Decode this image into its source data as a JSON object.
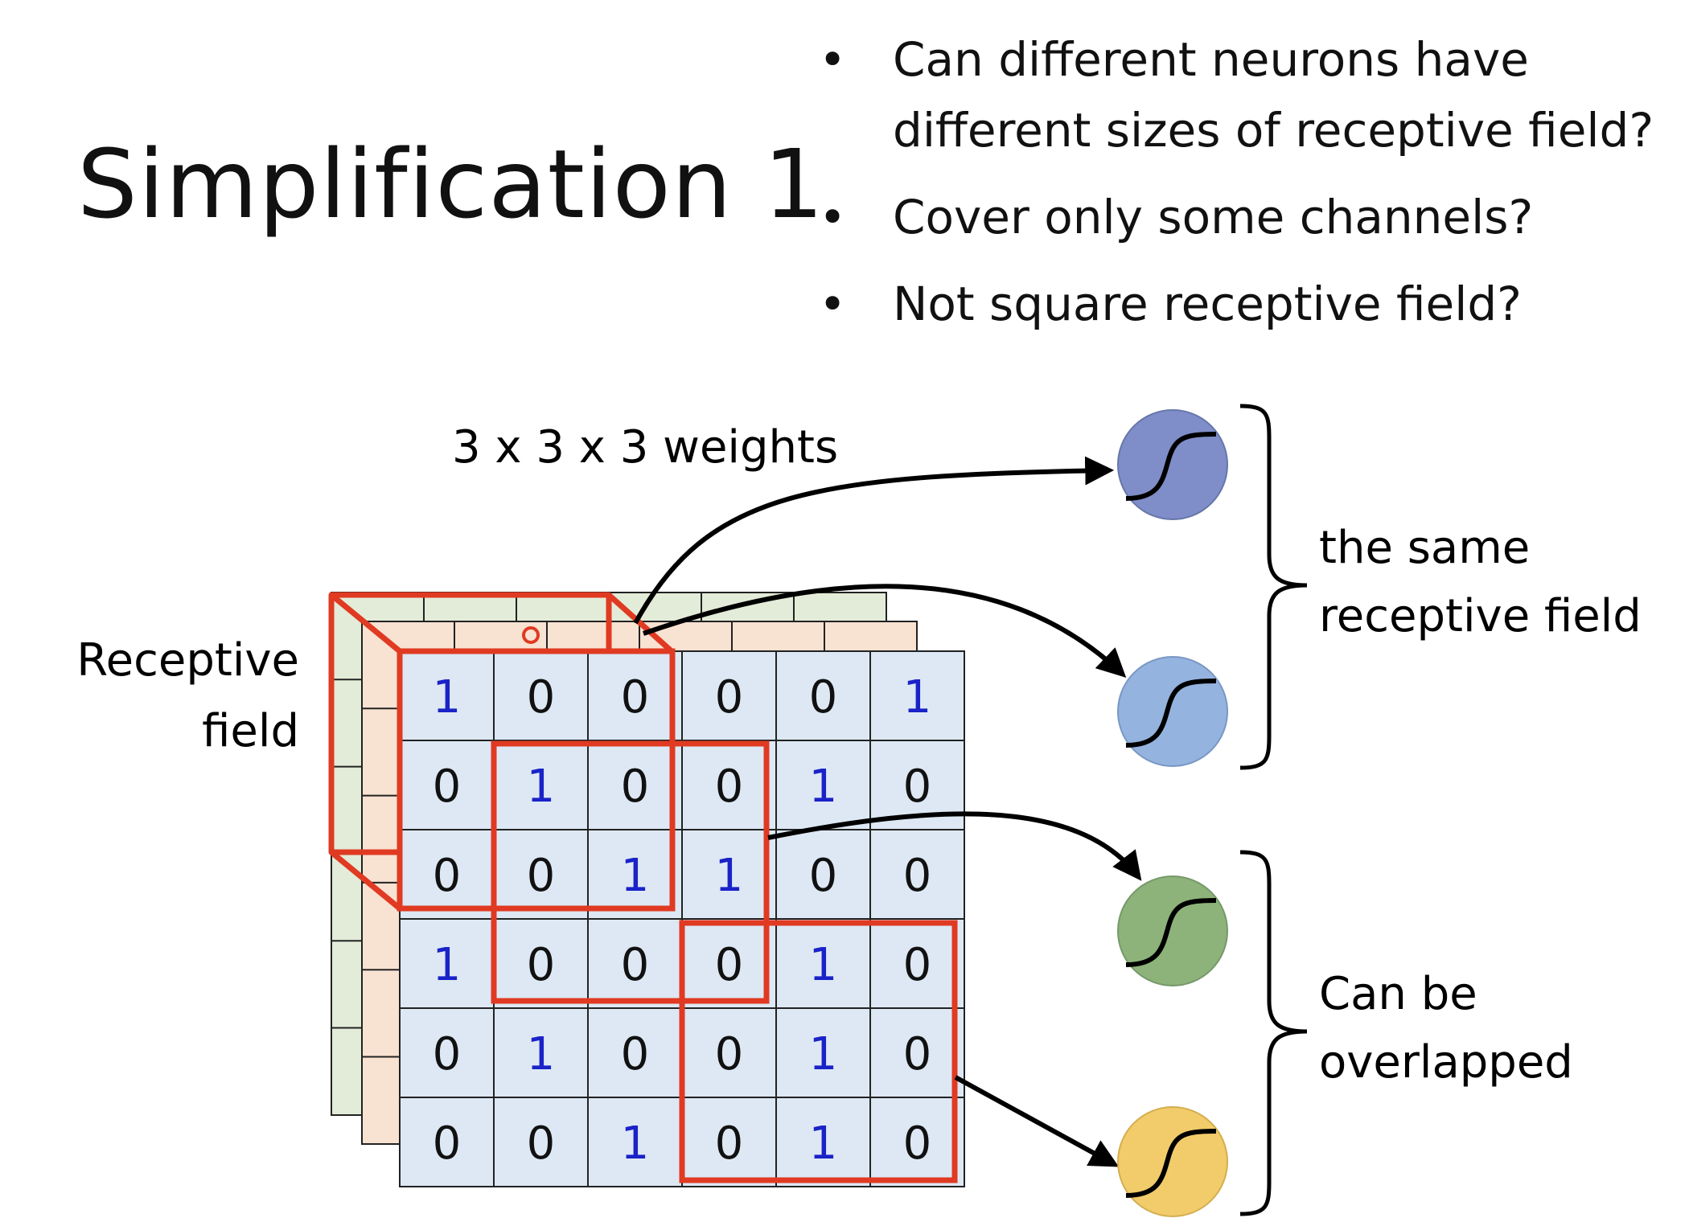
{
  "title": "Simplification 1",
  "bullets": [
    "Can different neurons have different sizes of receptive field?",
    "Cover only some channels?",
    "Not square receptive field?"
  ],
  "weights_label": "3 x 3 x 3 weights",
  "receptive_field_label": [
    "Receptive",
    "field"
  ],
  "same_field_label": [
    "the same",
    "receptive field"
  ],
  "overlap_label": [
    "Can be",
    "overlapped"
  ],
  "front_grid": [
    [
      "1",
      "0",
      "0",
      "0",
      "0",
      "1"
    ],
    [
      "0",
      "1",
      "0",
      "0",
      "1",
      "0"
    ],
    [
      "0",
      "0",
      "1",
      "1",
      "0",
      "0"
    ],
    [
      "1",
      "0",
      "0",
      "0",
      "1",
      "0"
    ],
    [
      "0",
      "1",
      "0",
      "0",
      "1",
      "0"
    ],
    [
      "0",
      "0",
      "1",
      "0",
      "1",
      "0"
    ]
  ],
  "colors": {
    "front_channel": "#dde8f4",
    "middle_channel": "#f8e2d2",
    "back_channel": "#e2ecd8",
    "grid_line": "#222222",
    "one_digit": "#1a22c8",
    "zero_digit": "#111111",
    "highlight": "#e03a22",
    "neuron_1": "#7f8ec8",
    "neuron_2": "#94b3de",
    "neuron_3": "#8db37a",
    "neuron_4": "#f2cc6a"
  }
}
